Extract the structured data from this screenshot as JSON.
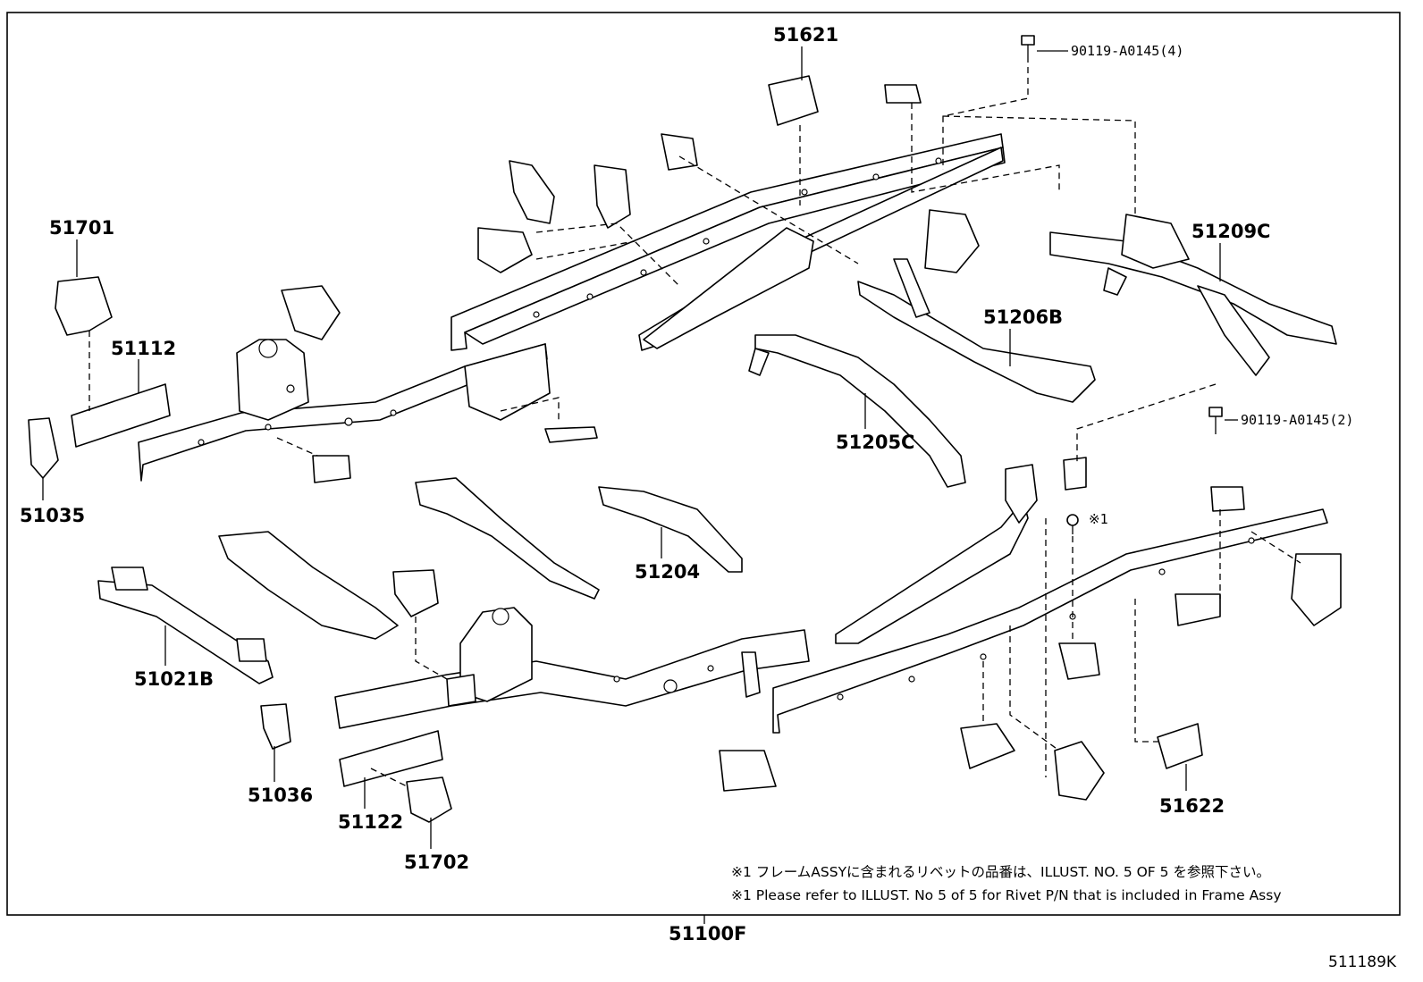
{
  "labels": {
    "p51621": "51621",
    "p51701": "51701",
    "p51112": "51112",
    "p51035": "51035",
    "p51209C": "51209C",
    "p51206B": "51206B",
    "p51205C": "51205C",
    "p51204": "51204",
    "p51021B": "51021B",
    "p51036": "51036",
    "p51122": "51122",
    "p51702": "51702",
    "p51622": "51622",
    "p51100F": "51100F",
    "bolt4": "90119-A0145(4)",
    "bolt2": "90119-A0145(2)",
    "rivet_ref": "※1"
  },
  "notes": {
    "jp": "※1 フレームASSYに含まれるリベットの品番は、ILLUST. NO. 5  OF  5  を参照下さい。",
    "en": "※1 Please refer to ILLUST. No 5 of 5 for Rivet P/N that is included in Frame Assy"
  },
  "illustration_code": "511189K"
}
